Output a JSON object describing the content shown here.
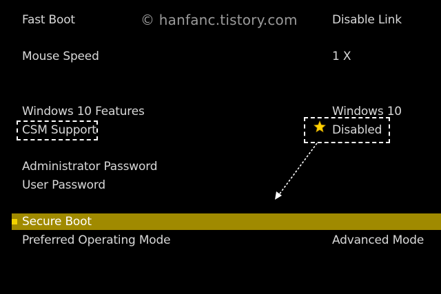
{
  "watermark": "© hanfanc.tistory.com",
  "settings": [
    {
      "label": "Fast Boot",
      "value": "Disable Link"
    },
    {
      "label": "Mouse Speed",
      "value": "1 X"
    },
    {
      "label": "Windows 10 Features",
      "value": "Windows 10"
    },
    {
      "label": "CSM Support",
      "value": "Disabled"
    },
    {
      "label": "Administrator Password",
      "value": ""
    },
    {
      "label": "User Password",
      "value": ""
    },
    {
      "label": "Secure Boot",
      "value": ""
    },
    {
      "label": "Preferred Operating Mode",
      "value": "Advanced Mode"
    }
  ],
  "selected_item": "Secure Boot",
  "colors": {
    "background": "#000000",
    "text": "#d8d8d8",
    "highlight": "#a08a00",
    "marker": "#f2d200",
    "star": "#ffd200",
    "annotation": "#ffffff"
  },
  "icons": {
    "annotation_star": "star-icon",
    "annotation_arrow": "arrow-icon"
  }
}
